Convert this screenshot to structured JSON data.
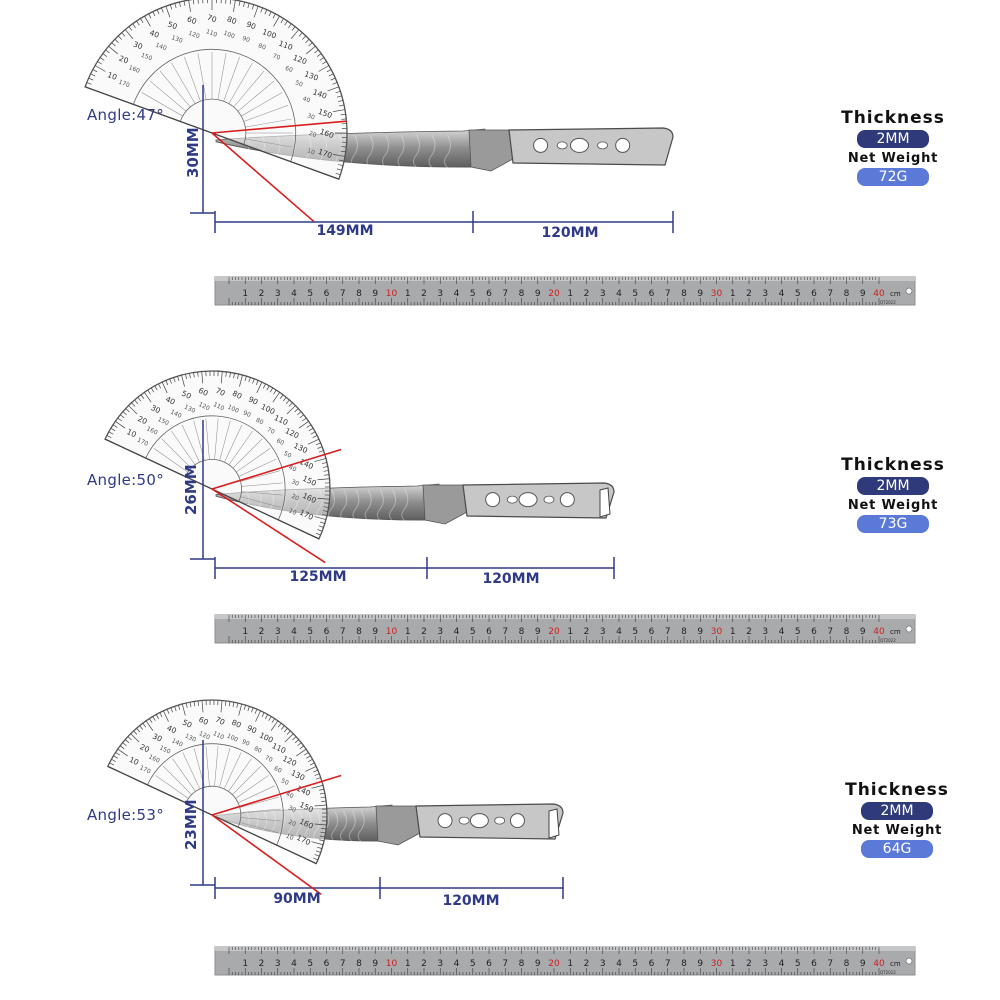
{
  "colors": {
    "dimension": "#2f3a86",
    "angle_line": "#d81e1e",
    "pill_dark": "#2f3a7a",
    "pill_light": "#5b7ad8",
    "ruler": "#a9aaac",
    "ruler_red": "#d01e1e"
  },
  "protractor": {
    "outer_ticks": [
      "10",
      "20",
      "30",
      "40",
      "50",
      "60",
      "70",
      "80",
      "90",
      "100",
      "110",
      "120",
      "130",
      "140",
      "150",
      "160",
      "170"
    ],
    "inner_ticks": [
      "170",
      "160",
      "150",
      "140",
      "130",
      "120",
      "110",
      "100",
      "90",
      "80",
      "70",
      "60",
      "50",
      "40",
      "30",
      "20",
      "10"
    ]
  },
  "ruler": {
    "units": "cm",
    "marks": [
      "1",
      "2",
      "3",
      "4",
      "5",
      "6",
      "7",
      "8",
      "9",
      "10",
      "1",
      "2",
      "3",
      "4",
      "5",
      "6",
      "7",
      "8",
      "9",
      "20",
      "1",
      "2",
      "3",
      "4",
      "5",
      "6",
      "7",
      "8",
      "9",
      "30",
      "1",
      "2",
      "3",
      "4",
      "5",
      "6",
      "7",
      "8",
      "9",
      "40"
    ],
    "code": "QT2022"
  },
  "knives": [
    {
      "angle_label": "Angle:47°",
      "height_label": "30MM",
      "blade_length_label": "149MM",
      "handle_length_label": "120MM",
      "thickness_title": "Thickness",
      "thickness_value": "2MM",
      "weight_title": "Net Weight",
      "weight_value": "72G"
    },
    {
      "angle_label": "Angle:50°",
      "height_label": "26MM",
      "blade_length_label": "125MM",
      "handle_length_label": "120MM",
      "thickness_title": "Thickness",
      "thickness_value": "2MM",
      "weight_title": "Net Weight",
      "weight_value": "73G"
    },
    {
      "angle_label": "Angle:53°",
      "height_label": "23MM",
      "blade_length_label": "90MM",
      "handle_length_label": "120MM",
      "thickness_title": "Thickness",
      "thickness_value": "2MM",
      "weight_title": "Net Weight",
      "weight_value": "64G"
    }
  ]
}
